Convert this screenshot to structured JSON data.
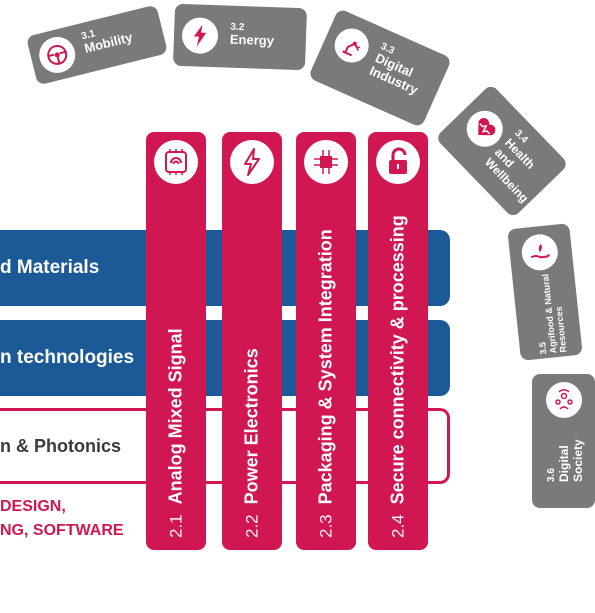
{
  "horizontal_bars": [
    {
      "label": "d Materials"
    },
    {
      "label": "n technologies"
    },
    {
      "label": "n & Photonics"
    }
  ],
  "bottom_text": {
    "line1": "DESIGN,",
    "line2": "NG, SOFTWARE"
  },
  "columns": [
    {
      "num": "2.1",
      "label": "Analog Mixed Signal",
      "icon": "chip-wireless-icon"
    },
    {
      "num": "2.2",
      "label": "Power Electronics",
      "icon": "lightning-icon"
    },
    {
      "num": "2.3",
      "label": "Packaging & System Integration",
      "icon": "circuit-chip-icon"
    },
    {
      "num": "2.4",
      "label": "Secure connectivity &  processing",
      "icon": "open-lock-icon"
    }
  ],
  "tiles": [
    {
      "num": "3.1",
      "name": "Mobility",
      "icon": "steering-wheel-icon"
    },
    {
      "num": "3.2",
      "name": "Energy",
      "icon": "lightning-icon"
    },
    {
      "num": "3.3",
      "name": "Digital Industry",
      "icon": "robot-arm-icon"
    },
    {
      "num": "3.4",
      "name": "Health and Wellbeing",
      "icon": "heart-pulse-icon"
    },
    {
      "num": "3.5",
      "name": "Agrifood & Natural Resources",
      "icon": "plant-hand-icon"
    },
    {
      "num": "3.6",
      "name": "Digital Society",
      "icon": "people-network-icon"
    }
  ],
  "colors": {
    "pink": "#d01752",
    "blue": "#1b5a96",
    "grey": "#7a7a7a"
  }
}
